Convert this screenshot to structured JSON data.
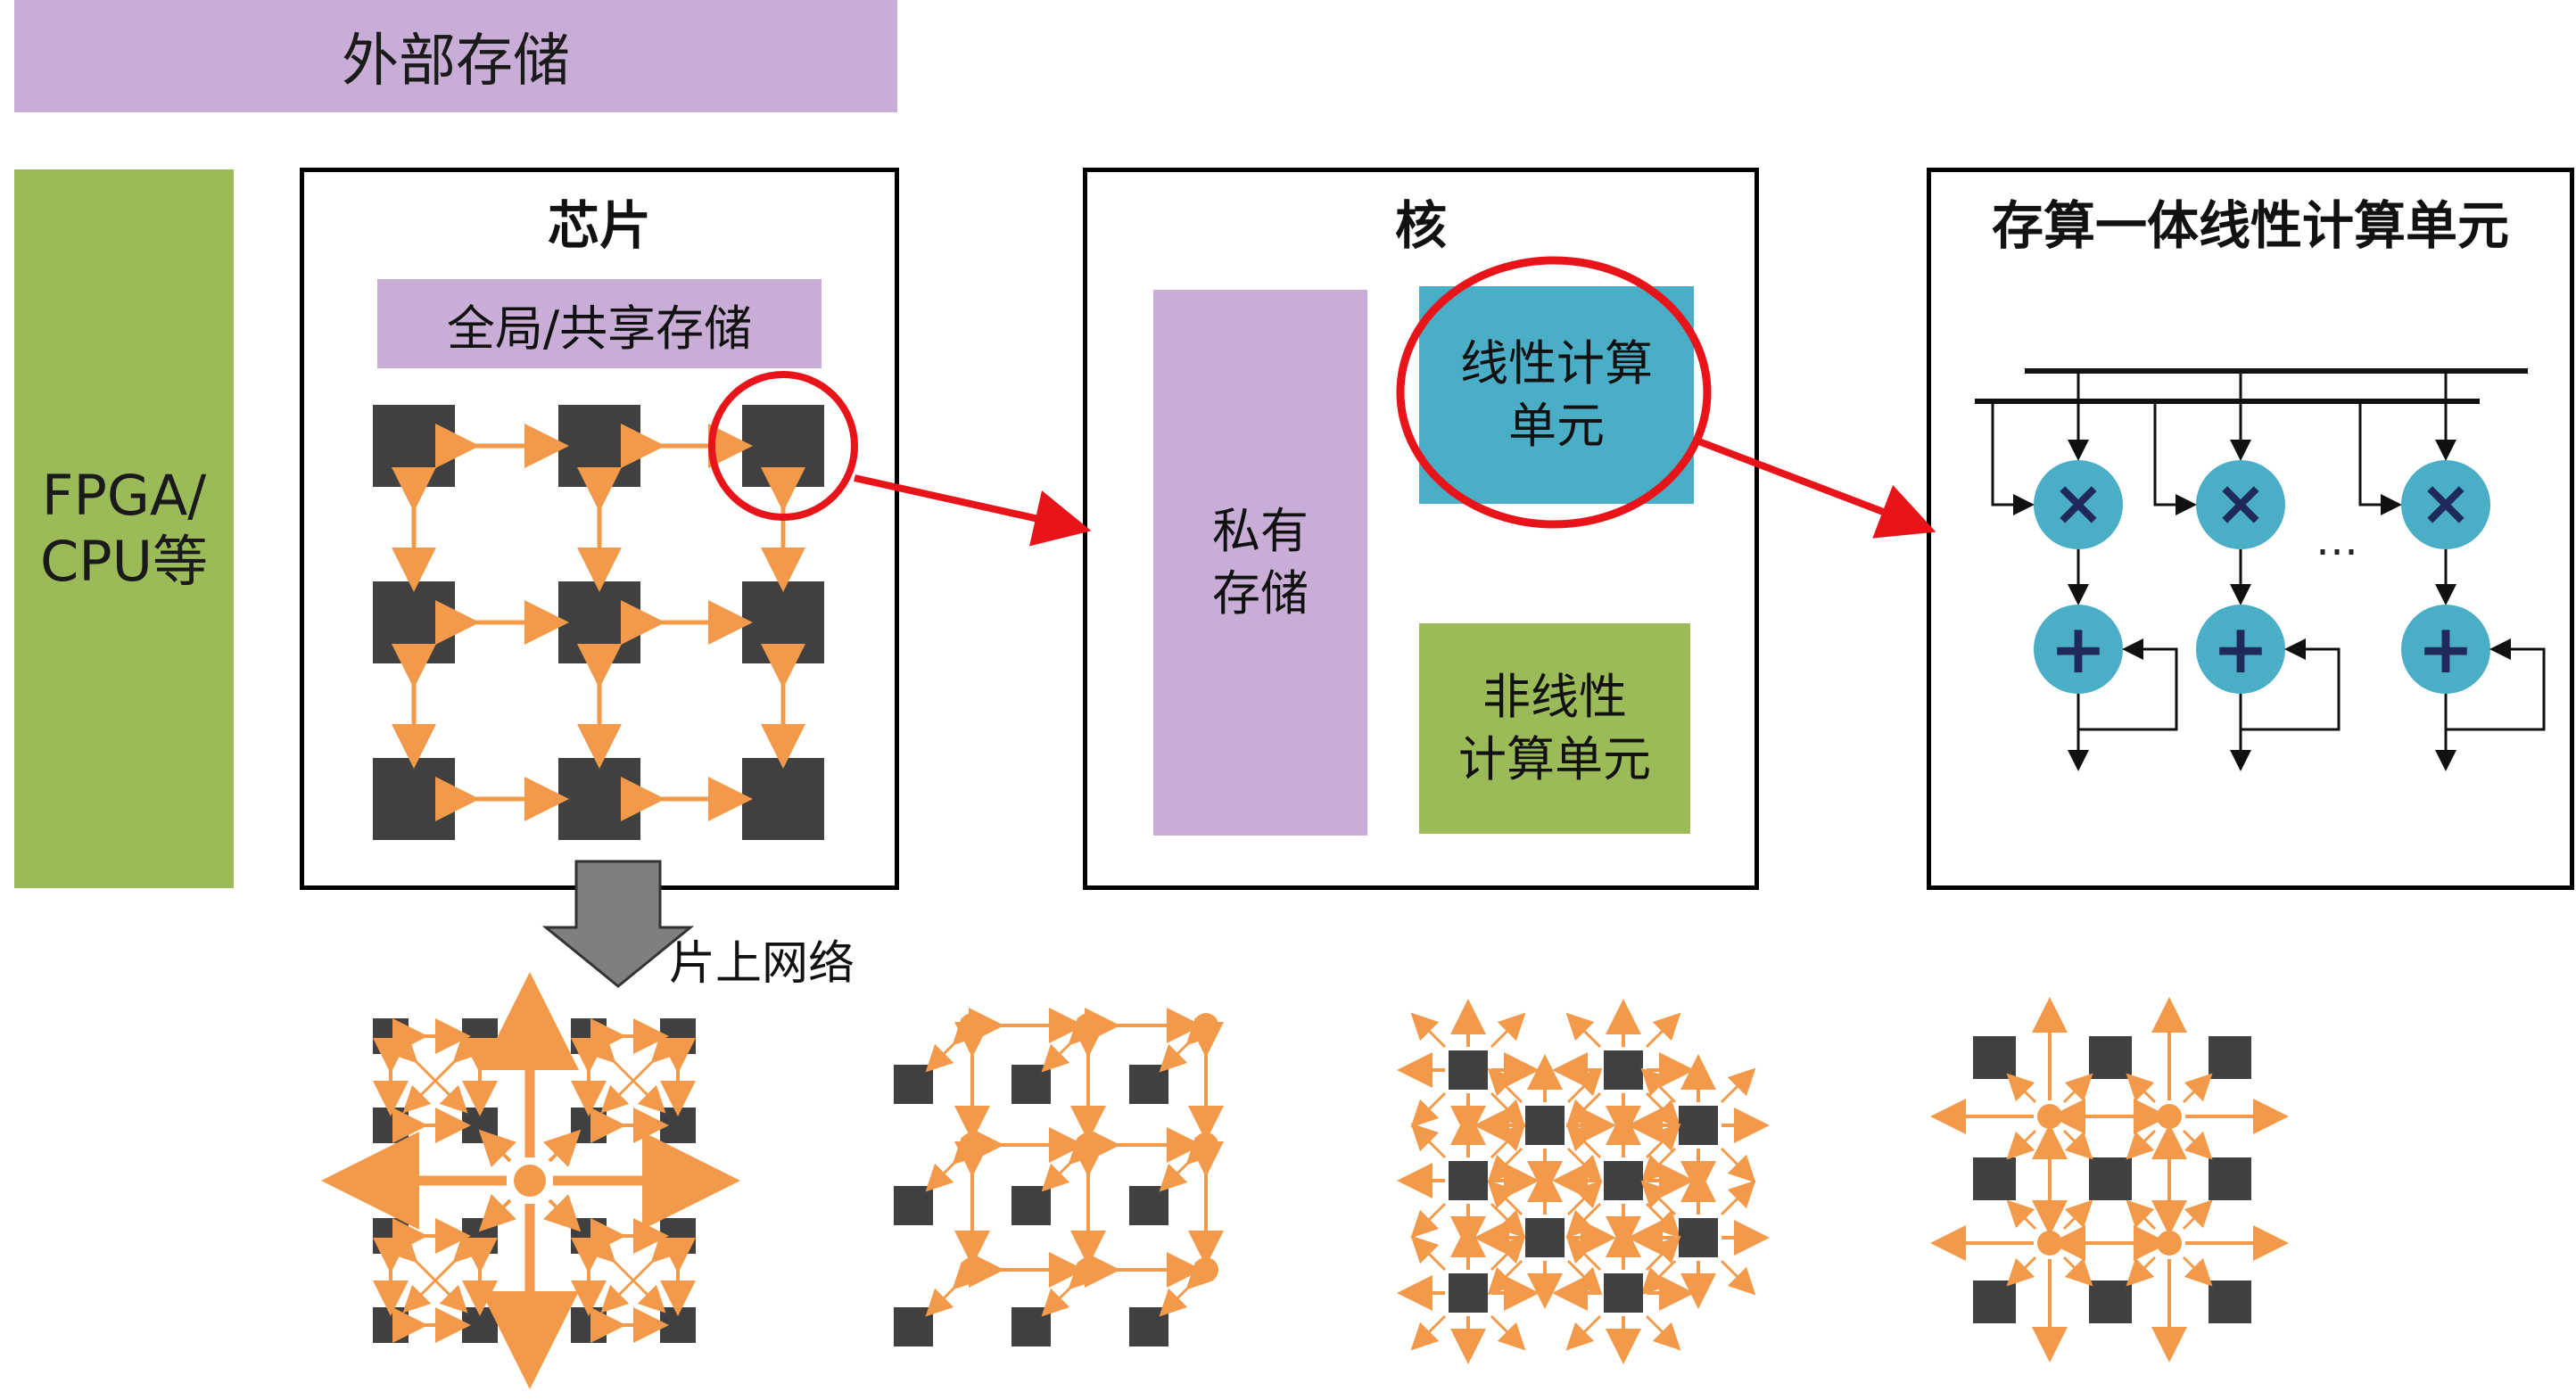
{
  "external_storage": "外部存储",
  "fpga_label": "FPGA/\nCPU等",
  "chip": {
    "title": "芯片",
    "global_storage": "全局/共享存储"
  },
  "core": {
    "title": "核",
    "private_storage": "私有\n存储",
    "linear_unit": "线性计算\n单元",
    "nonlinear_unit": "非线性\n计算单元"
  },
  "cim": {
    "title": "存算一体线性计算单元",
    "ellipsis": "…"
  },
  "noc_label": "片上网络",
  "colors": {
    "purple": "#c8aed6",
    "green": "#9bbb59",
    "teal": "#4aaec6",
    "orange": "#f39a4a",
    "dark": "#404040",
    "red": "#e8141a"
  }
}
